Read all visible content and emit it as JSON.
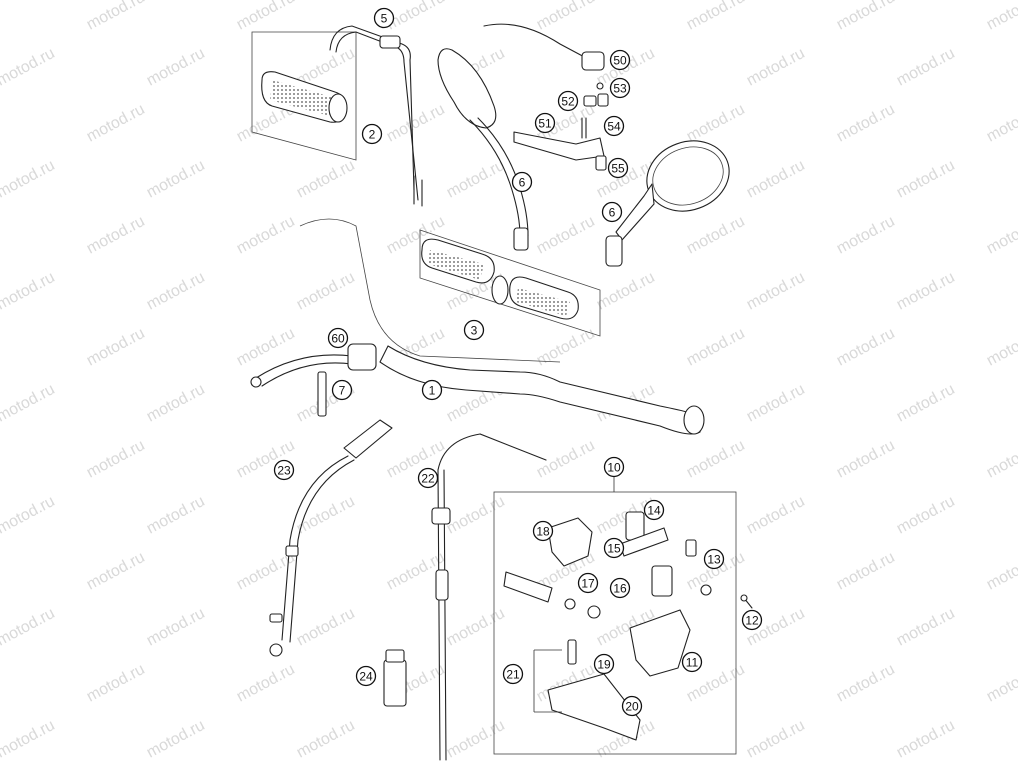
{
  "watermark": {
    "text": "motod.ru"
  },
  "callouts": [
    {
      "label": "5"
    },
    {
      "label": "2"
    },
    {
      "label": "6"
    },
    {
      "label": "50"
    },
    {
      "label": "53"
    },
    {
      "label": "52"
    },
    {
      "label": "51"
    },
    {
      "label": "54"
    },
    {
      "label": "55"
    },
    {
      "label": "6"
    },
    {
      "label": "3"
    },
    {
      "label": "60"
    },
    {
      "label": "7"
    },
    {
      "label": "1"
    },
    {
      "label": "23"
    },
    {
      "label": "22"
    },
    {
      "label": "10"
    },
    {
      "label": "18"
    },
    {
      "label": "14"
    },
    {
      "label": "15"
    },
    {
      "label": "13"
    },
    {
      "label": "17"
    },
    {
      "label": "16"
    },
    {
      "label": "12"
    },
    {
      "label": "11"
    },
    {
      "label": "21"
    },
    {
      "label": "19"
    },
    {
      "label": "24"
    },
    {
      "label": "20"
    }
  ]
}
